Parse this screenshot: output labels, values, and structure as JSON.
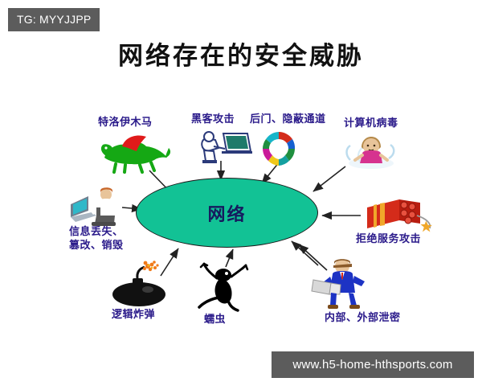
{
  "watermarks": {
    "tg_tag": "TG: MYYJJPP",
    "site_url": "www.h5-home-hthsports.com"
  },
  "title": "网络存在的安全威胁",
  "center": {
    "label": "网络",
    "fill_color": "#12c295",
    "text_color": "#16195e"
  },
  "label_color": "#2a1a8a",
  "nodes": [
    {
      "id": "trojan-horse",
      "label": "特洛伊木马",
      "icon": "dragon-icon",
      "colors": {
        "body": "#15a814",
        "wing": "#e01a1a"
      }
    },
    {
      "id": "hacker-attack",
      "label": "黑客攻击",
      "icon": "hacker-computer-icon",
      "colors": {
        "person": "#2b3a7a",
        "screen": "#1f7a6a"
      }
    },
    {
      "id": "backdoor-covert-channel",
      "label": "后门、隐蔽通道",
      "icon": "circular-arrows-icon",
      "colors": {
        "ring": "#2a9d4f"
      }
    },
    {
      "id": "computer-virus",
      "label": "计算机病毒",
      "icon": "virus-germ-icon",
      "colors": {
        "body": "#d6338f",
        "cloud": "#cfe8f5"
      }
    },
    {
      "id": "denial-of-service",
      "label": "拒绝服务攻击",
      "icon": "dynamite-bundle-icon",
      "colors": {
        "sticks": "#d42b1a",
        "band": "#f0a72a"
      }
    },
    {
      "id": "internal-external-leak",
      "label": "内部、外部泄密",
      "icon": "businessman-documents-icon",
      "colors": {
        "suit": "#1d33c4",
        "paper": "#d8d8d8"
      }
    },
    {
      "id": "worm",
      "label": "蠕虫",
      "icon": "worm-figure-icon",
      "colors": {
        "body": "#000000"
      }
    },
    {
      "id": "logic-bomb",
      "label": "逻辑炸弹",
      "icon": "bomb-icon",
      "colors": {
        "body": "#111111",
        "spark": "#f07a1a"
      }
    },
    {
      "id": "information-loss",
      "label_line1": "信息丢失、",
      "label_line2": "篡改、销毁",
      "icon": "person-laptop-icon",
      "colors": {
        "person": "#c8672a",
        "laptop": "#2f6f8f"
      }
    }
  ]
}
